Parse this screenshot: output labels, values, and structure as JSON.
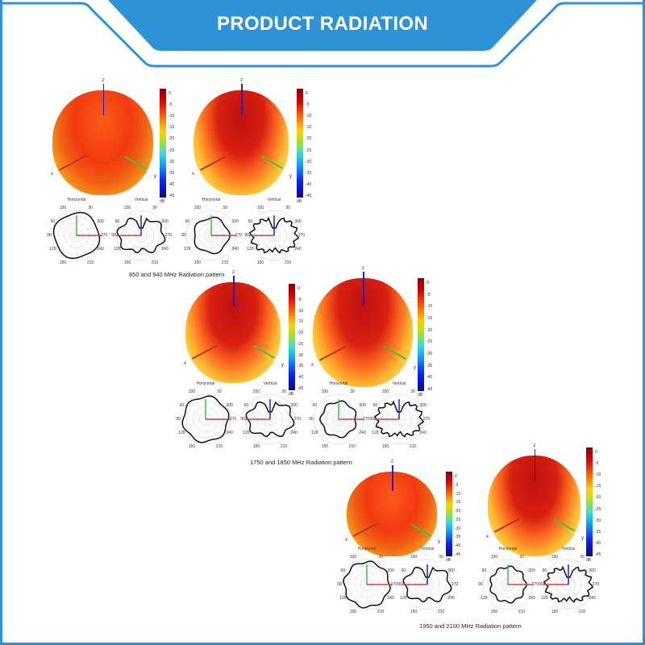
{
  "header": {
    "title": "PRODUCT RADIATION",
    "color": "#2e93d6"
  },
  "colorbar_ticks": [
    "0",
    "-5",
    "-10",
    "-15",
    "-20",
    "-25",
    "-30",
    "-35",
    "-40",
    "-45"
  ],
  "colorbar_unit": "dB",
  "axis_labels": {
    "x": "x",
    "y": "y",
    "z": "z"
  },
  "polar": {
    "horizontal": "Horizontal",
    "vertical": "Vertical",
    "angles": [
      "30",
      "330",
      "60",
      "300",
      "90",
      "270",
      "120",
      "240",
      "150",
      "210"
    ]
  },
  "groups": [
    {
      "caption": "850 and 940 MHz Radiation pattern"
    },
    {
      "caption": "1750 and 1850 MHz Radiation pattern"
    },
    {
      "caption": "1950 and 2100 MHz Radiation pattern"
    }
  ]
}
